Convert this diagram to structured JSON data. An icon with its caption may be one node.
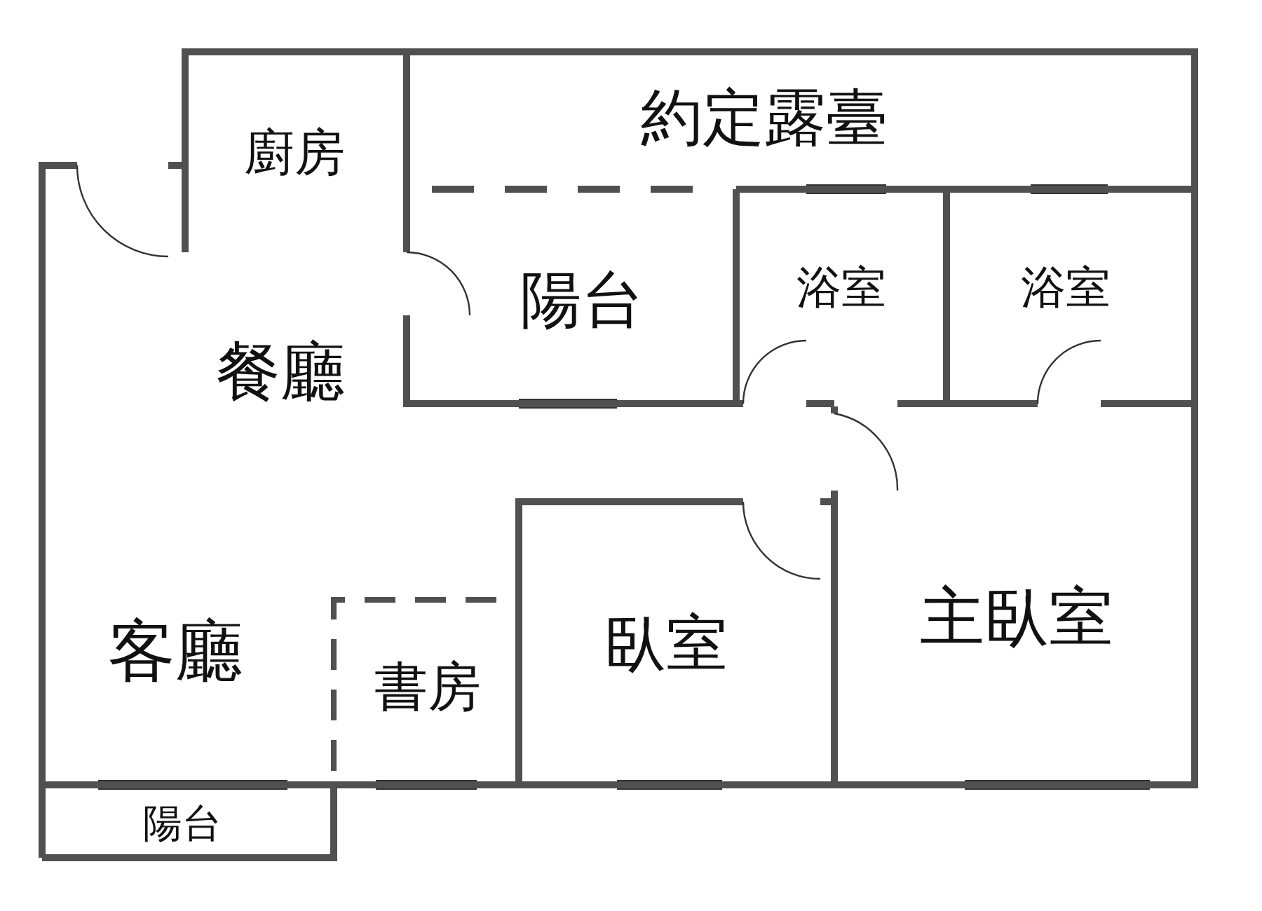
{
  "diagram": {
    "nodes": [
      {
        "text": [
          "廚房"
        ]
      },
      {
        "text": [
          "約定露臺"
        ]
      },
      {
        "text": [
          "陽台"
        ]
      },
      {
        "text": [
          "浴室"
        ]
      },
      {
        "text": [
          "浴室"
        ]
      },
      {
        "text": [
          "餐廳"
        ]
      },
      {
        "text": [
          "主臥室"
        ]
      },
      {
        "text": [
          "客廳"
        ]
      },
      {
        "text": [
          "臥室"
        ]
      },
      {
        "text": [
          "書房"
        ]
      },
      {
        "text": [
          "陽台"
        ]
      }
    ]
  }
}
